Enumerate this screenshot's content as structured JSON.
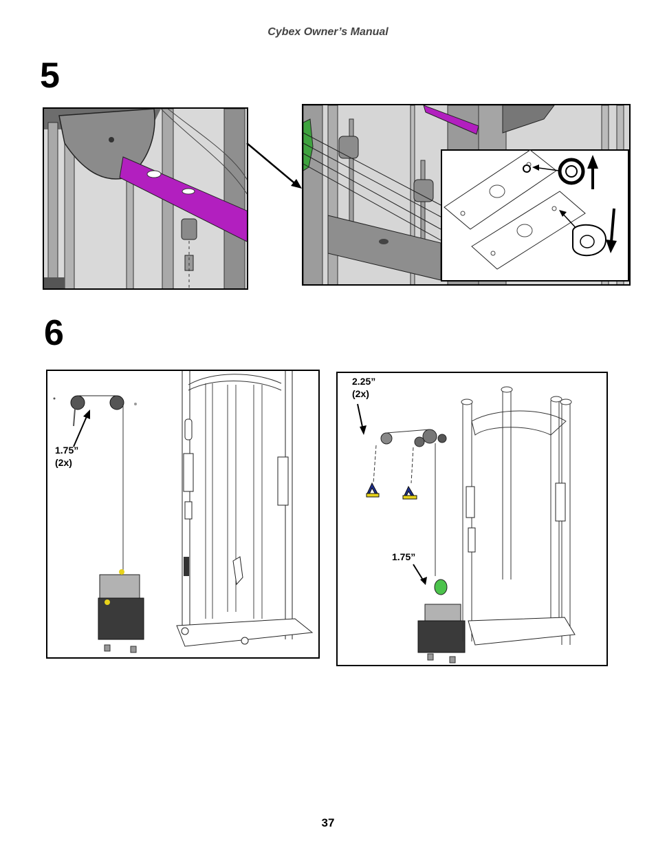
{
  "header": {
    "title": "Cybex Owner’s Manual"
  },
  "steps": [
    {
      "number": "5"
    },
    {
      "number": "6"
    }
  ],
  "step6": {
    "left_label": {
      "size": "1.75”",
      "qty": "(2x)"
    },
    "right_label_top": {
      "size": "2.25”",
      "qty": "(2x)"
    },
    "right_label_bottom": {
      "size": "1.75”"
    }
  },
  "footer": {
    "page_number": "37"
  },
  "colors": {
    "accent_magenta": "#b21fbf",
    "handle_blue": "#1c2f8f",
    "handle_yellow": "#e7d21a",
    "pulley_green": "#4cc34c"
  }
}
